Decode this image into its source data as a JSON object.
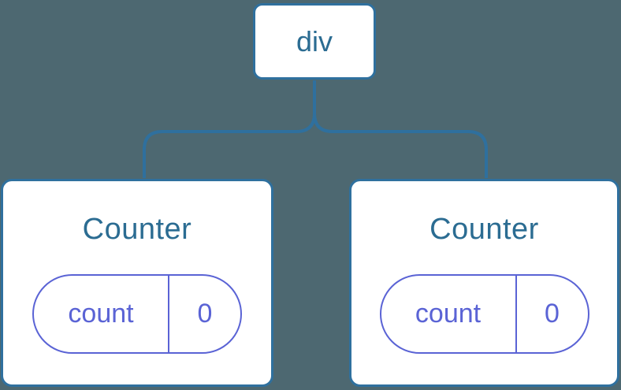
{
  "diagram": {
    "root": {
      "label": "div"
    },
    "children": [
      {
        "title": "Counter",
        "state": {
          "key": "count",
          "value": "0"
        }
      },
      {
        "title": "Counter",
        "state": {
          "key": "count",
          "value": "0"
        }
      }
    ]
  },
  "colors": {
    "background": "#4D6871",
    "edge_blue": "#2F709E",
    "text_blue": "#2B6C92",
    "state_purple": "#5A63D5",
    "card_fill": "#ffffff"
  }
}
